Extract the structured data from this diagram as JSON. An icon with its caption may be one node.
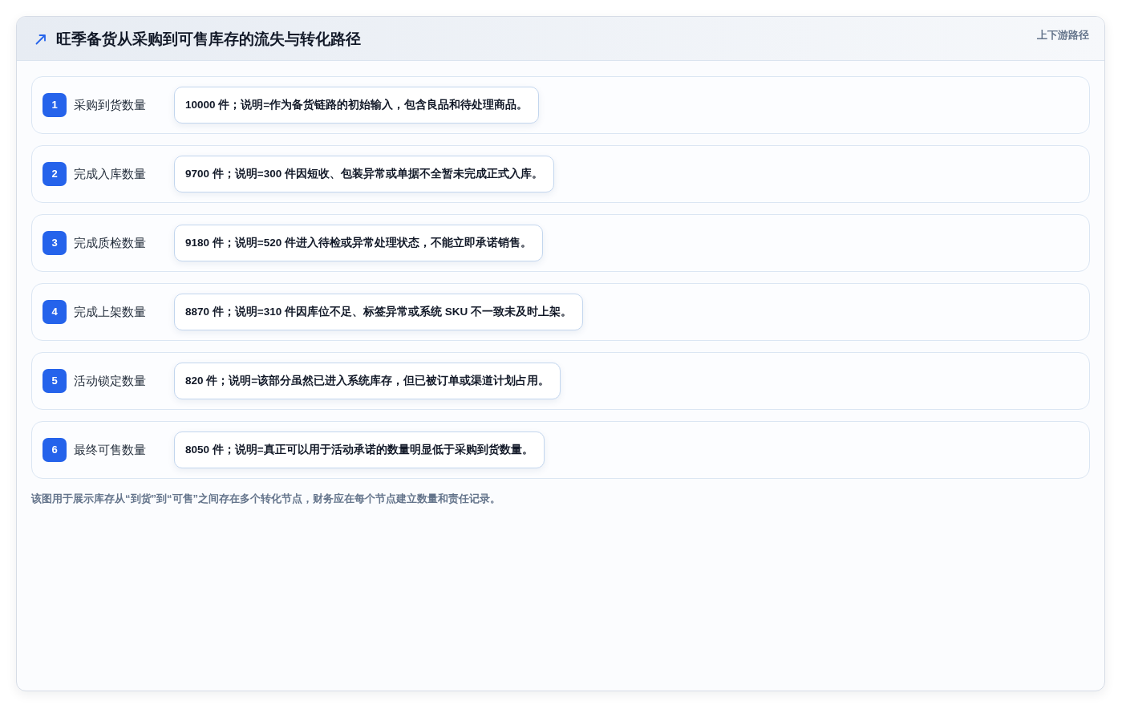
{
  "diagram": {
    "title": "旺季备货从采购到可售库存的流失与转化路径",
    "caption": "该图用于展示库存从“到货”到“可售”之间存在多个转化节点，财务应在每个节点建立数量和责任记录。",
    "nodes": [
      {
        "text": [
          "采购到货数量"
        ]
      },
      {
        "text": [
          "1"
        ],
        "in": 0
      },
      {
        "text": [
          "10000 件；说明=作为备货链路的初始输入，包含良品和待处理商品。"
        ],
        "in": 0
      },
      {
        "text": [
          "完成入库数量"
        ]
      },
      {
        "text": [
          "2"
        ],
        "in": 3
      },
      {
        "text": [
          "9700 件；说明=300 件因短收、包装异常或单据不全暂未完成正式入库。"
        ],
        "in": 3
      },
      {
        "text": [
          "完成质检数量"
        ]
      },
      {
        "text": [
          "3"
        ],
        "in": 6
      },
      {
        "text": [
          "9180 件；说明=520 件进入待检或异常处理状态，不能立即承诺销售。"
        ],
        "in": 6
      },
      {
        "text": [
          "完成上架数量"
        ]
      },
      {
        "text": [
          "4"
        ],
        "in": 9
      },
      {
        "text": [
          "8870 件；说明=310 件因库位不足、标签异常或系统 SKU 不一致未及时上架。"
        ],
        "in": 9
      },
      {
        "text": [
          "活动锁定数量"
        ]
      },
      {
        "text": [
          "5"
        ],
        "in": 12
      },
      {
        "text": [
          "820 件；说明=该部分虽然已进入系统库存，但已被订单或渠道计划占用。"
        ],
        "in": 12
      },
      {
        "text": [
          "最终可售数量"
        ]
      },
      {
        "text": [
          "6"
        ],
        "in": 15
      },
      {
        "text": [
          "8050 件；说明=真正可以用于活动承诺的数量明显低于采购到货数量。"
        ],
        "in": 15
      }
    ],
    "labels": [
      "上下游路径"
    ]
  }
}
